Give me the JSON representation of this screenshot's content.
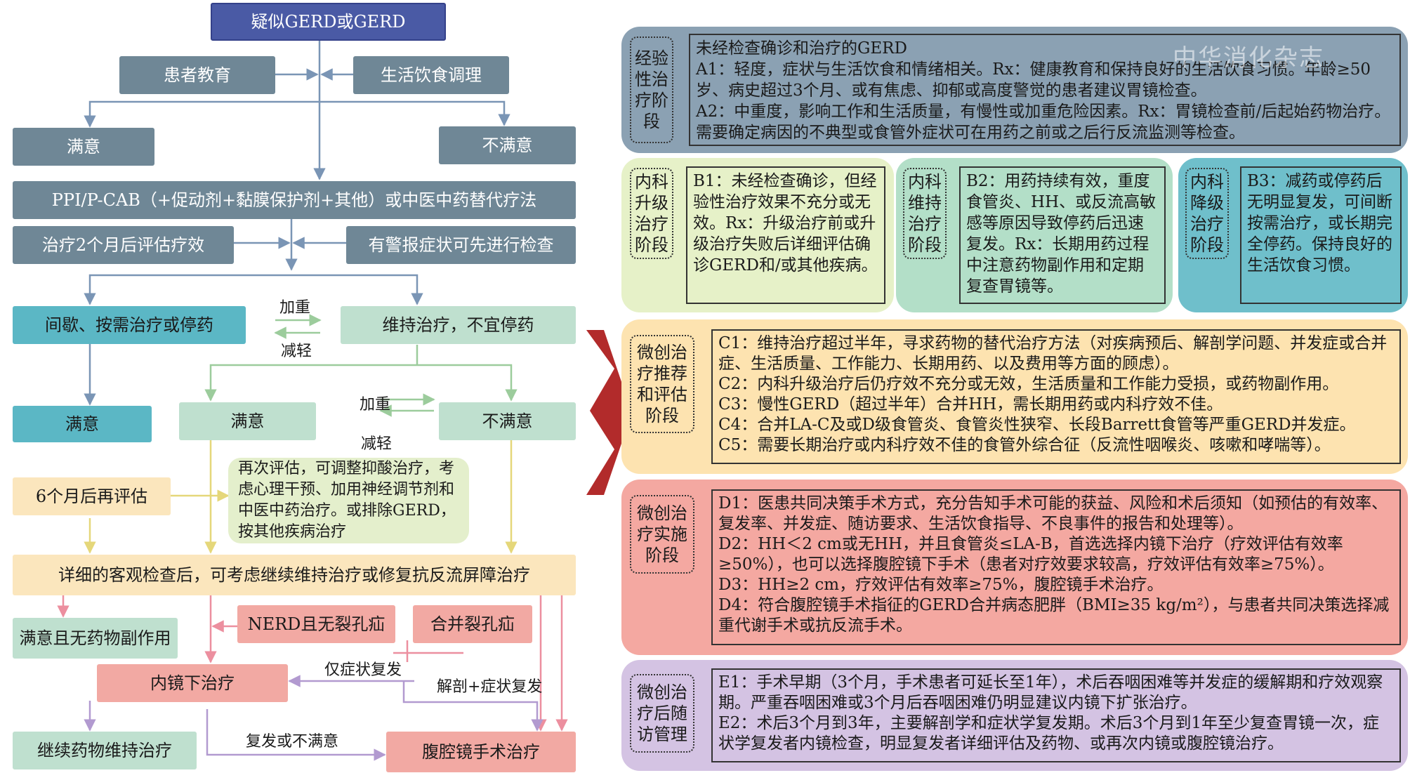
{
  "nodes": {
    "start": "疑似GERD或GERD",
    "education": "患者教育",
    "diet": "生活饮食调理",
    "satisfied1": "满意",
    "unsatisfied1": "不满意",
    "ppi": "PPI/P-CAB（+促动剂+黏膜保护剂+其他）或中医中药替代疗法",
    "eval2m": "治疗2个月后评估疗效",
    "alarm": "有警报症状可先进行检查",
    "intermittent": "间歇、按需治疗或停药",
    "maintain": "维持治疗，不宜停药",
    "satisfied2": "满意",
    "satisfied3": "满意",
    "unsatisfied2": "不满意",
    "reeval6m": "6个月后再评估",
    "reassess": "再次评估，可调整抑酸治疗，考虑心理干预、加用神经调节剂和中医中药治疗。或排除GERD，按其他疾病治疗",
    "objective": "详细的客观检查后，可考虑继续维持治疗或修复抗反流屏障治疗",
    "nosideeffect": "满意且无药物副作用",
    "nerd": "NERD且无裂孔疝",
    "hernia": "合并裂孔疝",
    "endoscopic": "内镜下治疗",
    "continue": "继续药物维持治疗",
    "laparoscopic": "腹腔镜手术治疗"
  },
  "edge_labels": {
    "aggravate1": "加重",
    "relieve1": "减轻",
    "aggravate2": "加重",
    "relieve2": "减轻",
    "symptom_only": "仅症状复发",
    "anatomy_symptom": "解剖+症状复发",
    "relapse": "复发或不满意"
  },
  "stages": {
    "A": {
      "label": "经验性治疗阶段",
      "lines": [
        "未经检查确诊和治疗的GERD",
        "A1：轻度，症状与生活饮食和情绪相关。Rx：健康教育和保持良好的生活饮食习惯。年龄≥50岁、病史超过3个月、或有焦虑、抑郁或高度警觉的患者建议胃镜检查。",
        "A2：中重度，影响工作和生活质量，有慢性或加重危险因素。Rx：胃镜检查前/后起始药物治疗。需要确定病因的不典型或食管外症状可在用药之前或之后行反流监测等检查。"
      ]
    },
    "B1": {
      "label": "内科升级治疗阶段",
      "lines": [
        "B1：未经检查确诊，但经验性治疗效果不充分或无效。Rx：升级治疗前或升级治疗失败后详细评估确诊GERD和/或其他疾病。"
      ]
    },
    "B2": {
      "label": "内科维持治疗阶段",
      "lines": [
        "B2：用药持续有效，重度食管炎、HH、或反流高敏感等原因导致停药后迅速复发。Rx：长期用药过程中注意药物副作用和定期复查胃镜等。"
      ]
    },
    "B3": {
      "label": "内科降级治疗阶段",
      "lines": [
        "B3：减药或停药后无明显复发，可间断按需治疗，或长期完全停药。保持良好的生活饮食习惯。"
      ]
    },
    "C": {
      "label": "微创治疗推荐和评估阶段",
      "lines": [
        "C1：维持治疗超过半年，寻求药物的替代治疗方法（对疾病预后、解剖学问题、并发症或合并症、生活质量、工作能力、长期用药、以及费用等方面的顾虑）。",
        "C2：内科升级治疗后仍疗效不充分或无效，生活质量和工作能力受损，或药物副作用。",
        "C3：慢性GERD（超过半年）合并HH，需长期用药或内科疗效不佳。",
        "C4：合并LA-C及或D级食管炎、食管炎性狭窄、长段Barrett食管等严重GERD并发症。",
        "C5：需要长期治疗或内科疗效不佳的食管外综合征（反流性咽喉炎、咳嗽和哮喘等）。"
      ]
    },
    "D": {
      "label": "微创治疗实施阶段",
      "lines": [
        "D1：医患共同决策手术方式，充分告知手术可能的获益、风险和术后须知（如预估的有效率、复发率、并发症、随访要求、生活饮食指导、不良事件的报告和处理等）。",
        "D2：HH＜2 cm或无HH，并且食管炎≤LA-B，首选选择内镜下治疗（疗效评估有效率≥50%），也可以选择腹腔镜下手术（患者对疗效要求较高，疗效评估有效率≥75%）。",
        "D3：HH≥2 cm，疗效评估有效率≥75%，腹腔镜手术治疗。",
        "D4：符合腹腔镜手术指征的GERD合并病态肥胖（BMI≥35 kg/m²），与患者共同决策选择减重代谢手术或抗反流手术。"
      ]
    },
    "E": {
      "label": "微创治疗后随访管理",
      "lines": [
        "E1：手术早期（3个月，手术患者可延长至1年），术后吞咽困难等并发症的缓解期和疗效观察期。严重吞咽困难或3个月后吞咽困难仍明显建议内镜下扩张治疗。",
        "E2：术后3个月到3年，主要解剖学和症状学复发期。术后3个月到1年至少复查胃镜一次，症状学复发者内镜检查，明显复发者详细评估及药物、或再次内镜或腹腔镜治疗。"
      ]
    }
  },
  "watermark": "中华消化杂志",
  "colors": {
    "slate": "#6f8796",
    "navy": "#4a5aa5",
    "teal": "#5bb7c5",
    "mint": "#bfe0cf",
    "leaf": "#e4efcc",
    "sand": "#fbe6bd",
    "salmon": "#f2a9a3",
    "stageA": "#8ba1b3",
    "stageB1": "#e6f1c8",
    "stageB2": "#b3dfc8",
    "stageB3": "#6fbfcb",
    "stageC": "#fde3b0",
    "stageD": "#f4a8a1",
    "stageE": "#d4c3e3",
    "arrowRed": "#b22b2b"
  }
}
